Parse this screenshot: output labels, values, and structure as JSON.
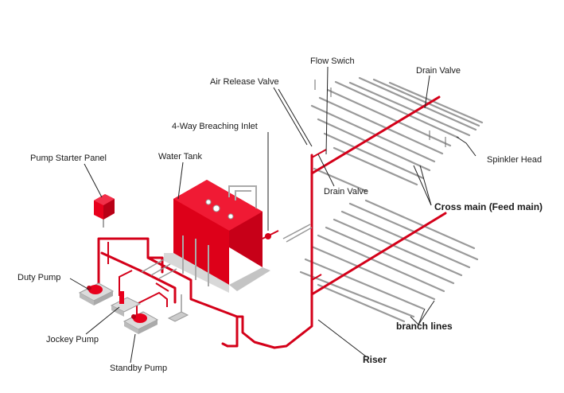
{
  "labels": {
    "flow_switch": "Flow Swich",
    "drain_valve_top": "Drain Valve",
    "air_release_valve": "Air Release Valve",
    "breaching_inlet": "4-Way Breaching Inlet",
    "water_tank": "Water Tank",
    "pump_starter_panel": "Pump Starter Panel",
    "sprinkler_head": "Spinkler Head",
    "drain_valve_mid": "Drain Valve",
    "cross_main": "Cross main (Feed main)",
    "duty_pump": "Duty Pump",
    "jockey_pump": "Jockey Pump",
    "standby_pump": "Standby Pump",
    "branch_lines": "branch lines",
    "riser": "Riser"
  },
  "colors": {
    "pipe": "#d40019",
    "equipment": "#e8001c",
    "equipment_dark": "#b80016",
    "branch_pipe": "#9a9a9a"
  }
}
